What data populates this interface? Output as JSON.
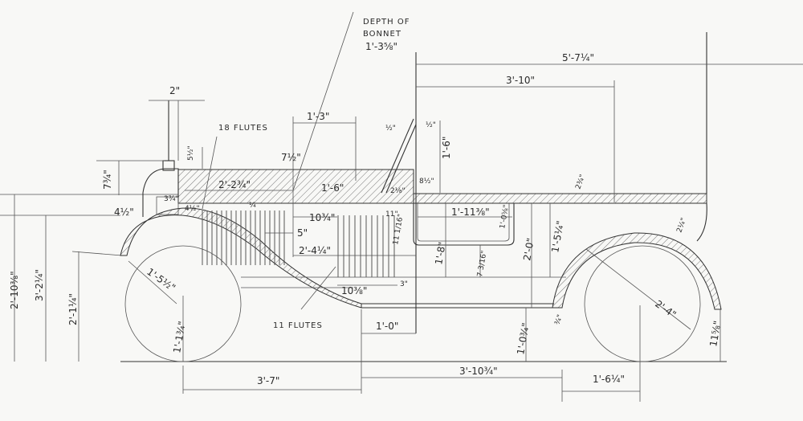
{
  "drawing": {
    "notes": {
      "depth_of_bonnet_1": "DEPTH OF",
      "depth_of_bonnet_2": "BONNET",
      "depth_of_bonnet_3": "1'-3⅝\"",
      "flutes_18": "18 FLUTES",
      "flutes_11": "11 FLUTES"
    },
    "dims": {
      "overall_rear": "5'-7¼\"",
      "windshield_to_rear": "3'-10\"",
      "cap_width": "2\"",
      "bonnet_span": "1'-3\"",
      "cap_height": "5½\"",
      "shell_height": "7¾\"",
      "angle_a": "7½\"",
      "bonnet_length": "2'-2¾\"",
      "bonnet_rear": "1'-6\"",
      "scuttle": "2⅛\"",
      "screen_base": "8½\"",
      "screen_height": "1'-6\"",
      "screen_top": "½\"",
      "screen_thick": "½\"",
      "body_rail": "2¾\"",
      "shell_a": "3¾\"",
      "shell_b": "4½\"",
      "shell_c": "4½\"",
      "flute_gap": "¼",
      "louvre_offset": "10¾\"",
      "louvre_top": "11\"",
      "louvre_height": "11 1/16\"",
      "door_width": "1'-11⅜\"",
      "door_depth": "1'-0⅝\"",
      "fender_gap": "5\"",
      "louvre_run": "2'-4¼\"",
      "body_height": "2'-0\"",
      "rear_body": "1'-5¼\"",
      "door_height": "1'-8\"",
      "door_sill": "7 3/16\"",
      "rear_fender_thick": "2¼\"",
      "louvre_width": "10⅜\"",
      "louvre_bottom": "3\"",
      "front_radius": "1'-5½\"",
      "overall_height_a": "2'-10⅜\"",
      "overall_height_b": "3'-2¼\"",
      "front_fender_height": "2'-1¼\"",
      "front_axle": "1'-1¾\"",
      "board_length": "1'-0\"",
      "board_height": "1'-0¾\"",
      "board_thick": "¾\"",
      "rear_radius": "2'-4\"",
      "rear_fender_end": "11⅝\"",
      "front_overhang": "3'-7\"",
      "wheelbase_part": "3'-10¾\"",
      "rear_axle_offset": "1'-6¼\""
    }
  }
}
